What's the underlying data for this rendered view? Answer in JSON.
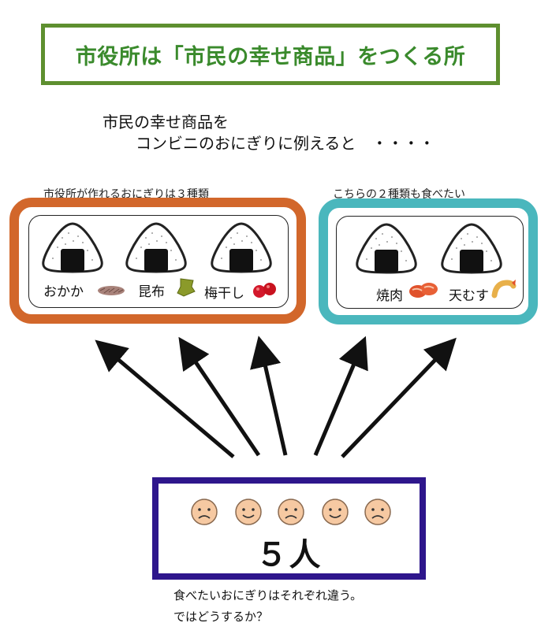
{
  "title": "市役所は「市民の幸せ商品」をつくる所",
  "intro": {
    "line1": "市民の幸せ商品を",
    "line2": "コンビニのおにぎりに例えると　・・・・"
  },
  "group_left": {
    "caption": "市役所が作れるおにぎりは３種類",
    "items": [
      {
        "label": "おかか",
        "icon": "bonito-flakes-icon"
      },
      {
        "label": "昆布",
        "icon": "kelp-icon"
      },
      {
        "label": "梅干し",
        "icon": "umeboshi-icon"
      }
    ]
  },
  "group_right": {
    "caption": "こちらの２種類も食べたい",
    "items": [
      {
        "label": "焼肉",
        "icon": "grilled-meat-icon"
      },
      {
        "label": "天むす",
        "icon": "shrimp-tempura-icon"
      }
    ]
  },
  "people": {
    "count_label": "５人",
    "faces": [
      "sad",
      "happy",
      "sad",
      "happy",
      "sad"
    ]
  },
  "footer": {
    "line1": "食べたいおにぎりはそれぞれ違う。",
    "line2": "ではどうするか？"
  },
  "colors": {
    "title_border": "#5e8f2f",
    "title_text": "#3a8a2c",
    "group_left_border": "#d2672b",
    "group_right_border": "#4ab7bd",
    "people_border": "#2e168c",
    "face_fill": "#f6c9a2"
  }
}
